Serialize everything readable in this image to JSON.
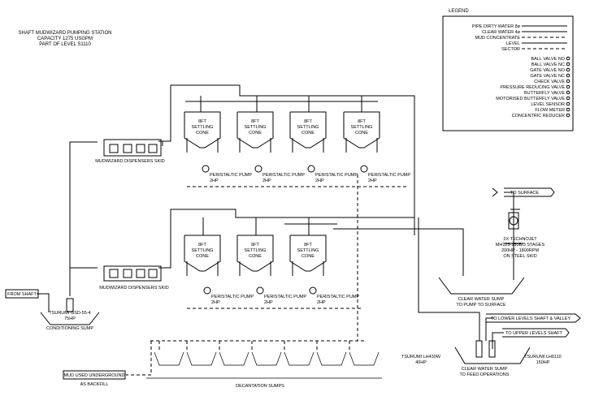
{
  "title": {
    "line1": "SHAFT MUDWIZARD PUMPING STATION",
    "line2": "CAPACITY 1275 USGPM",
    "line3": "PART OF LEVEL S1110"
  },
  "legend": {
    "heading": "LEGEND",
    "items": [
      "PIPE DIRTY WATER 8ø",
      "CLEAR WATER 4ø",
      "MUD CONCENTRATE",
      "LEVEL",
      "SECTOR",
      "BALL VALVE NO",
      "BALL VALVE NC",
      "GATE VALVE NO",
      "GATE VALVE NC",
      "CHECK VALVE",
      "PRESSURE REDUCING VALVE",
      "BUTTERFLY VALVE",
      "MOTORISED BUTTERFLY VALVE",
      "LEVEL SENSOR",
      "FLOW METER",
      "CONCENTRIC REDUCER"
    ]
  },
  "cone": {
    "l1": "8FT",
    "l2": "SETTLING",
    "l3": "CONE"
  },
  "pump": {
    "l1": "PERISTALTIC PUMP",
    "l2": "2HP"
  },
  "skid_label": "MUDWIZARD DISPENSERS SKID",
  "from_shaft": "FROM SHAFT",
  "conditioning": {
    "l1": "TSURUMI GSD-55-4",
    "l2": "75HP",
    "l3": "CONDITIONING SUMP"
  },
  "technojet": {
    "l1": "2X TECHNOJET",
    "l2": "MH125-150B/3 STAGES",
    "l3": "200HP - 1800RPM",
    "l4": "ON STEEL SKID"
  },
  "to_surface": "TO SURFACE",
  "clear_sump_top": {
    "l1": "CLEAR WATER SUMP",
    "l2": "TO PUMP TO SURFACE"
  },
  "to_lower": "TO LOWER LEVELS SHAFT & VALLEY",
  "to_upper": "TO UPPER LEVELS SHAFT",
  "lh430": {
    "l1": "TSURUMI LH430W",
    "l2": "40HP"
  },
  "lh6110": {
    "l1": "TSURUMI LH6110",
    "l2": "150HP"
  },
  "clear_sump_bottom": {
    "l1": "CLEAR WATER SUMP",
    "l2": "TO FEED OPERATIONS"
  },
  "mud_used": {
    "l1": "MUD USED UNDERGROUND",
    "l2": "AS BACKFILL"
  },
  "decantation": "DECANTATION SUMPS"
}
